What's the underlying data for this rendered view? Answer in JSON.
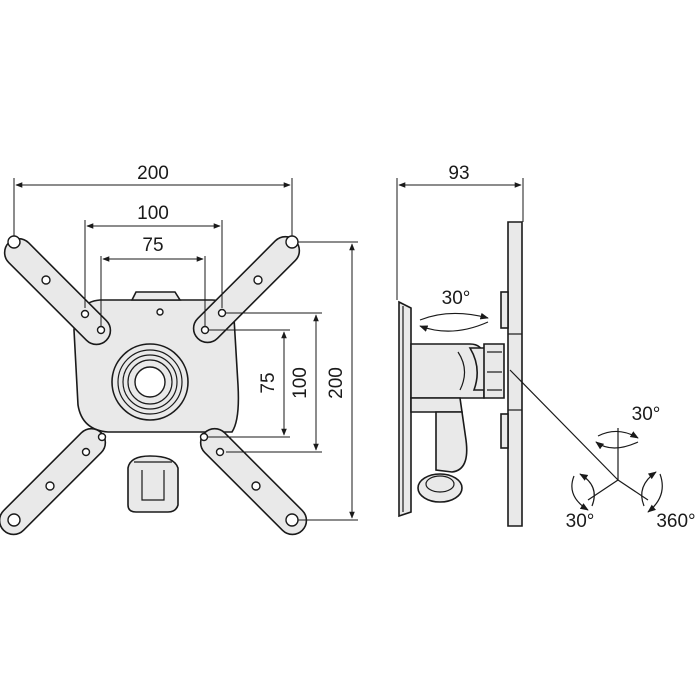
{
  "front_view": {
    "width_overall": "200",
    "width_mid": "100",
    "width_inner": "75",
    "height_inner": "75",
    "height_mid": "100",
    "height_overall": "200"
  },
  "side_view": {
    "depth": "93",
    "swivel_top": "30°",
    "rotate_right": "30°",
    "tilt_left": "30°",
    "rotate_full": "360°"
  }
}
